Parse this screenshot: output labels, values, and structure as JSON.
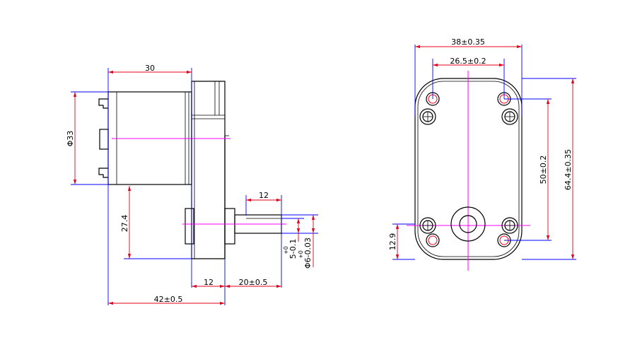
{
  "colors": {
    "object": "#000000",
    "centerline": "#ff00ff",
    "extension": "#0000ff",
    "dimension": "#e8001c"
  },
  "side_view": {
    "dims": {
      "motor_length": "30",
      "motor_diameter": "Φ33",
      "shaft_height": "27.4",
      "shaft_flat_length": "12",
      "gearbox_width": "12",
      "shaft_length": "20±0.5",
      "overall_length": "42±0.5",
      "flat_tol": "+0",
      "flat_size": "5-0.1",
      "shaft_tol": "+0",
      "shaft_dia": "Φ6-0.03"
    }
  },
  "front_view": {
    "dims": {
      "outer_hole_spacing": "38±0.35",
      "inner_hole_spacing": "26.5±0.2",
      "vertical_hole_spacing": "50±0.2",
      "overall_height": "64.4±0.35",
      "shaft_offset": "12.9"
    }
  }
}
